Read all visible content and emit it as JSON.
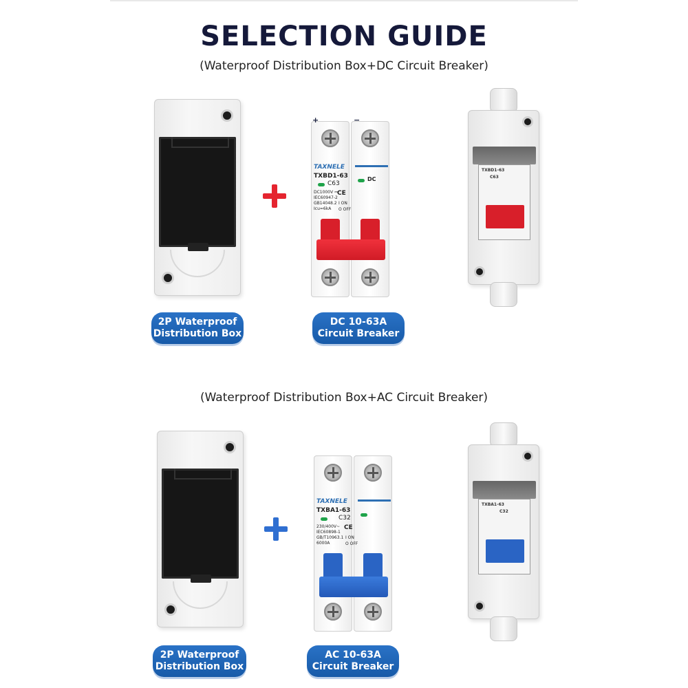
{
  "header": {
    "title": "SELECTION GUIDE",
    "subtitle_dc": "(Waterproof  Distribution Box+DC Circuit Breaker)",
    "subtitle_ac": "(Waterproof  Distribution Box+AC Circuit Breaker)"
  },
  "colors": {
    "pill": "#1e63b3",
    "dc_handle": "#e5242f",
    "ac_handle": "#2f6fd1",
    "brand": "#2d6fb3"
  },
  "dc": {
    "box_label_1": "2P Waterproof",
    "box_label_2": "Distribution Box",
    "breaker_label_1": "DC 10-63A",
    "breaker_label_2": "Circuit Breaker",
    "brand": "TAXNELE",
    "model": "TXBD1-63",
    "current": "C63",
    "type": "DC",
    "spec": "DC1000V ⎓\nIEC60947-2\nGB14048.2\nIcu=6kA",
    "mark": "CE",
    "on": "I ON",
    "off": "O OFF",
    "plus": "+",
    "minus": "−",
    "asm_model": "TXBD1-63",
    "asm_current": "C63"
  },
  "ac": {
    "box_label_1": "2P Waterproof",
    "box_label_2": "Distribution Box",
    "breaker_label_1": "AC 10-63A",
    "breaker_label_2": "Circuit Breaker",
    "brand": "TAXNELE",
    "model": "TXBA1-63",
    "current": "C32",
    "spec": "230/400V~\nIEC60898-1\nGB/T10963.1\n6000A",
    "mark": "CE",
    "on": "I ON",
    "off": "O OFF",
    "asm_model": "TXBA1-63",
    "asm_current": "C32"
  }
}
